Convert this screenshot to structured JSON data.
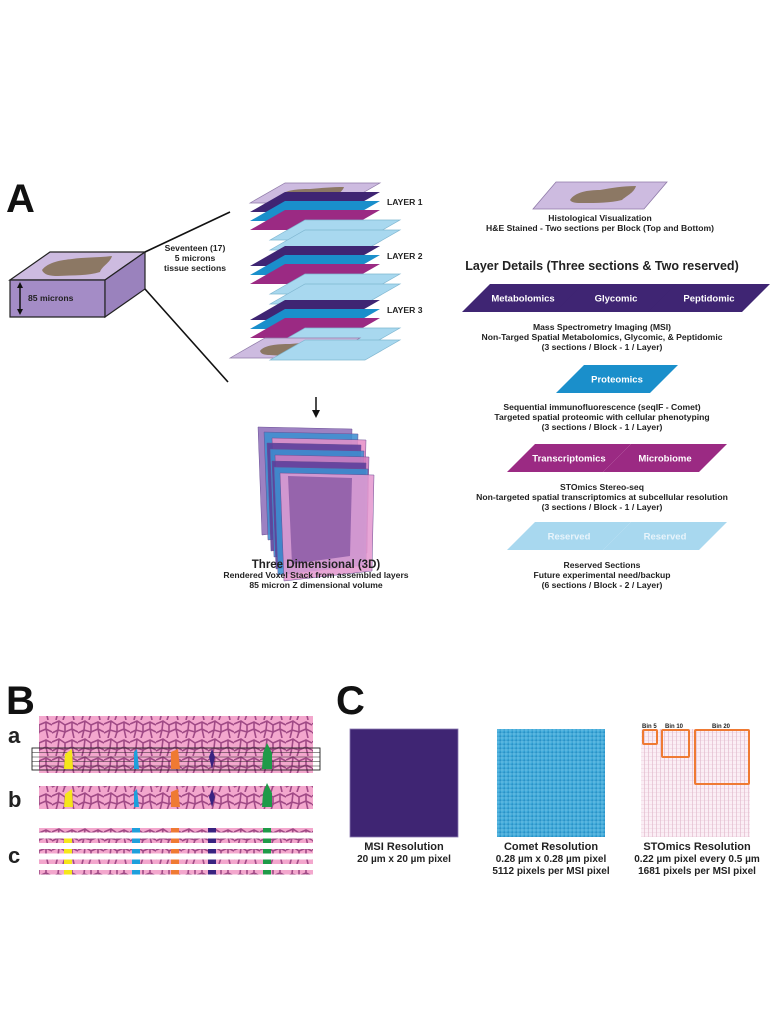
{
  "colors": {
    "purple": "#3f2573",
    "blue": "#1a8fcb",
    "magenta": "#9b2a83",
    "light_blue": "#a8d8ef",
    "lavender": "#cdbbe0",
    "block_side": "#a48cc6",
    "tissue": "#8c7864",
    "pink": "#f3a7cd",
    "cell_line": "#a04a86",
    "orange": "#ef7a33"
  },
  "panel_a": {
    "label": "A",
    "block_thickness": "85 microns",
    "sections_text": [
      "Seventeen  (17)",
      "5 microns",
      "tissue sections"
    ],
    "layers": [
      "LAYER 1",
      "LAYER 2",
      "LAYER 3"
    ],
    "three_d": {
      "title": "Three Dimensional (3D)",
      "line1": "Rendered Voxel Stack from assembled layers",
      "line2": "85 micron Z dimensional volume"
    },
    "histology": {
      "title": "Histological Visualization",
      "subtitle": "H&E Stained - Two sections per Block (Top and Bottom)"
    },
    "layer_details_title": "Layer Details (Three sections & Two reserved)",
    "msi": {
      "tiles": [
        "Metabolomics",
        "Glycomic",
        "Peptidomic"
      ],
      "lines": [
        "Mass Spectrometry Imaging (MSI)",
        "Non-Targed Spatial Metabolomics, Glycomic, & Peptidomic",
        "(3 sections / Block - 1 / Layer)"
      ]
    },
    "proteomics": {
      "tiles": [
        "Proteomics"
      ],
      "lines": [
        "Sequential immunofluorescence (seqIF - Comet)",
        "Targeted spatial proteomic with cellular phenotyping",
        "(3 sections / Block - 1 / Layer)"
      ]
    },
    "stomics": {
      "tiles": [
        "Transcriptomics",
        "Microbiome"
      ],
      "lines": [
        "STOmics Stereo-seq",
        "Non-targeted spatial transcriptomics at subcellular resolution",
        "(3 sections / Block - 1 / Layer)"
      ]
    },
    "reserved": {
      "tiles": [
        "Reserved",
        "Reserved"
      ],
      "lines": [
        "Reserved Sections",
        "Future experimental need/backup",
        "(6 sections / Block - 2 / Layer)"
      ]
    }
  },
  "panel_b": {
    "label": "B",
    "sublabels": [
      "a",
      "b",
      "c"
    ],
    "marker_colors": [
      "#f5e61a",
      "#1ea0dc",
      "#ef7a33",
      "#3a2380",
      "#1f9a48"
    ]
  },
  "panel_c": {
    "label": "C",
    "items": [
      {
        "title": "MSI Resolution",
        "lines": [
          "20 µm x 20 µm pixel"
        ]
      },
      {
        "title": "Comet Resolution",
        "lines": [
          "0.28 µm x 0.28 µm pixel",
          "5112 pixels per MSI pixel"
        ]
      },
      {
        "title": "STOmics Resolution",
        "lines": [
          "0.22 µm pixel every 0.5 µm",
          "1681 pixels per MSI pixel"
        ]
      }
    ],
    "bins": [
      "Bin 5",
      "Bin 10",
      "Bin 20"
    ]
  }
}
